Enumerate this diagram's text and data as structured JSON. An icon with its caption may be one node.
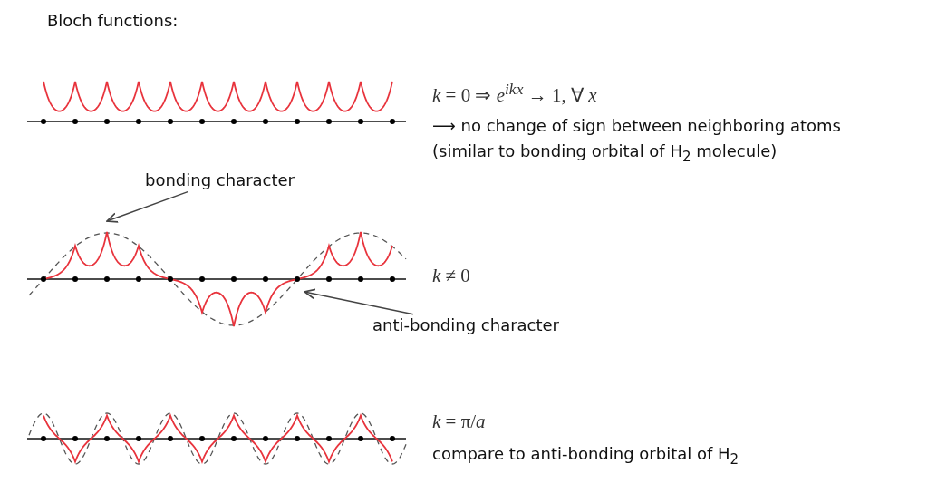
{
  "diagram": {
    "nodes": [
      {
        "text": [
          "bonding character"
        ]
      },
      {
        "text": [],
        "shape": "picture"
      },
      {
        "text": [
          "anti-bonding character"
        ]
      }
    ],
    "edges": [
      {
        "from": 0,
        "to": 1,
        "arrow": "to"
      },
      {
        "from": 2,
        "to": 1,
        "arrow": "to"
      }
    ],
    "labels": [
      "Bloch functions:",
      "*k* = 0 ⇒ *e*$^{ikx}$ → 1, ∀ *x*",
      "⟶ no change of sign between neighboring atoms",
      "(similar to bonding orbital of H$_{2}$ molecule)",
      "*k* ≠ 0",
      "*k* = π/*a*",
      "compare to anti-bonding orbital of H$_{2}$"
    ]
  }
}
